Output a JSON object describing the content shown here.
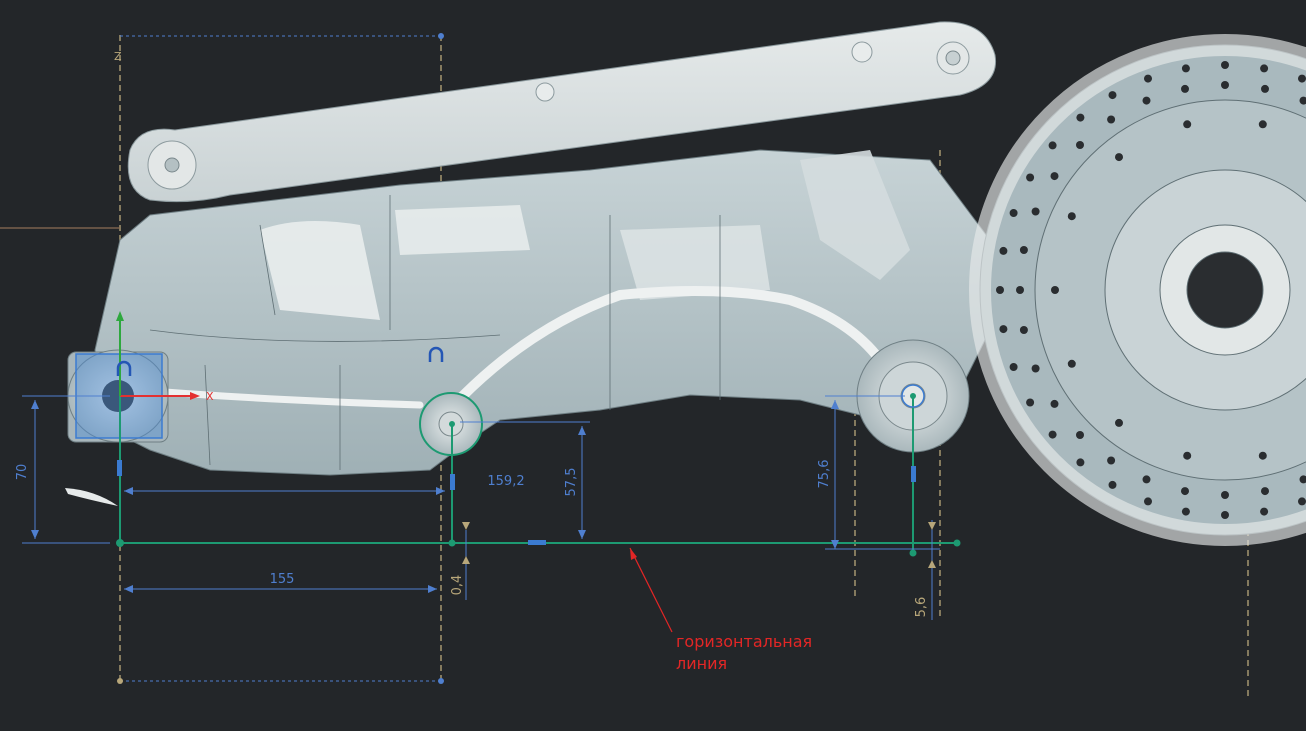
{
  "colors": {
    "background": "#232629",
    "part_light": "#d9dede",
    "part_mid": "#b8c6ca",
    "part_dark": "#96a6ac",
    "sketch_green": "#1d9a72",
    "dimension_blue": "#4f7fcf",
    "reference_gold": "#b8a77a",
    "annotation_red": "#e32626",
    "axis_x": "#e43030",
    "axis_y": "#2ea83e"
  },
  "axes": {
    "x_label": "X",
    "z_label": "Z"
  },
  "dimensions": {
    "d_70": "70",
    "d_155": "155",
    "d_159_2": "159,2",
    "d_57_5": "57,5",
    "d_75_6": "75,6",
    "d_0_4": "0,4",
    "d_5_6": "5,6"
  },
  "annotation": {
    "line1": "горизонтальная",
    "line2": "линия"
  },
  "icons": {
    "pivot_marker": "horseshoe-icon",
    "datum_plane": "datum-plane-icon"
  }
}
